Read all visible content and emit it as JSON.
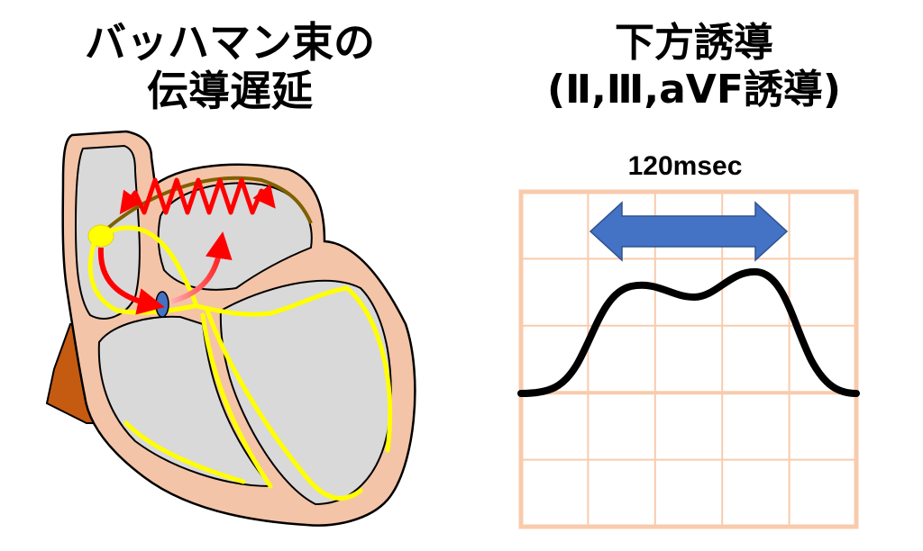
{
  "left_title": {
    "line1": "バッハマン束の",
    "line2": "伝導遅延"
  },
  "right_title": {
    "line1": "下方誘導",
    "line2": "(Ⅱ,Ⅲ,aVF誘導)"
  },
  "duration_label": "120msec",
  "colors": {
    "heart_outer": "#f4c4a8",
    "heart_inner": "#d9d9d9",
    "aorta": "#c55a11",
    "conduction": "#ffff00",
    "conduction_outline": "#e5d800",
    "bachmann_bundle": "#7f6000",
    "delay_arrow": "#ff0000",
    "av_node": "#4472c4",
    "grid": "#f8cbad",
    "duration_arrow": "#4472c4",
    "waveform": "#000000"
  },
  "icons": {
    "delay_wave": "red-zigzag-arrow",
    "conduction_arrow": "red-curved-arrow",
    "duration": "double-headed-arrow"
  },
  "waveform": {
    "description_kind": "notched-p-wave",
    "duration_ms": 120
  }
}
